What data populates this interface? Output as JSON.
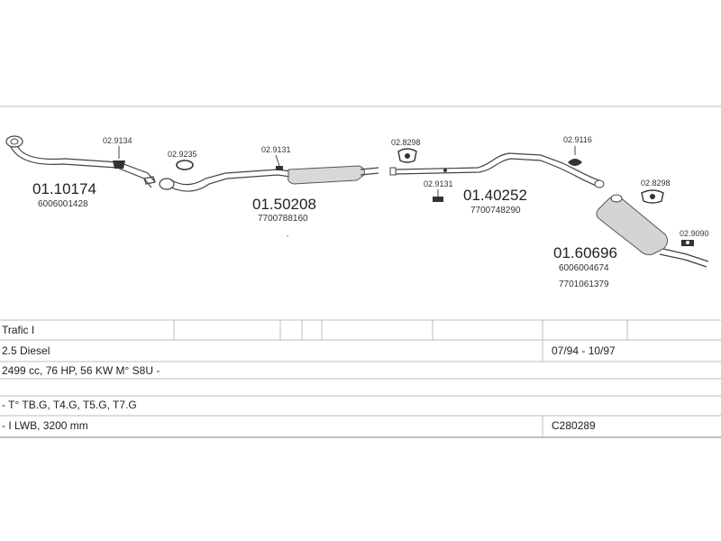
{
  "parts": {
    "front_pipe": {
      "number": "01.10174",
      "oe": "6006001428"
    },
    "front_clamp": {
      "number": "02.9134"
    },
    "gasket_1": {
      "number": "02.9235"
    },
    "middle_silencer": {
      "number": "01.50208",
      "oe": "7700788160"
    },
    "hanger_1": {
      "number": "02.9131"
    },
    "clamp_1": {
      "number": "02.8298"
    },
    "hanger_2": {
      "number": "02.9131"
    },
    "intermediate_pipe": {
      "number": "01.40252",
      "oe": "7700748290"
    },
    "hanger_3": {
      "number": "02.9116"
    },
    "clamp_2": {
      "number": "02.8298"
    },
    "rear_hanger": {
      "number": "02.9090"
    },
    "rear_silencer": {
      "number": "01.60696",
      "oe_1": "6006004674",
      "oe_2": "7701061379"
    }
  },
  "vehicle_table": {
    "model": "Trafic I",
    "engine": "2.5 Diesel",
    "date_range": "07/94 - 10/97",
    "spec": "2499 cc, 76 HP, 56 KW M° S8U -",
    "types": "- T° TB.G, T4.G, T5.G, T7.G",
    "body": "- I LWB, 3200 mm",
    "catalog_code": "C280289"
  }
}
